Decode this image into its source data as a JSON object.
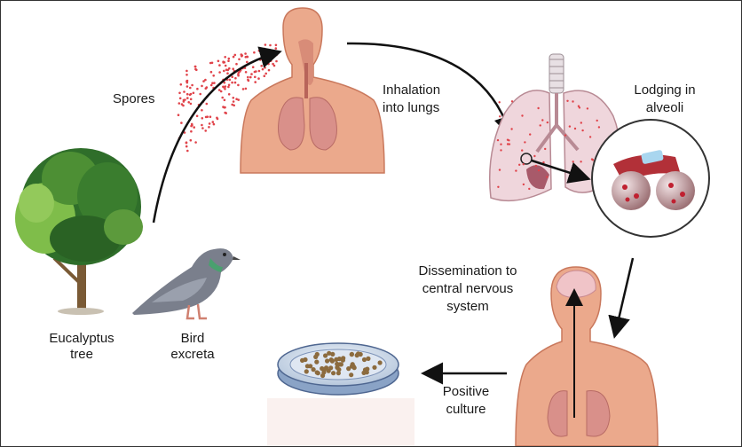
{
  "labels": {
    "spores": "Spores",
    "inhalation_line1": "Inhalation",
    "inhalation_line2": "into lungs",
    "lodging_line1": "Lodging in",
    "lodging_line2": "alveoli",
    "dissemination_line1": "Dissemination to",
    "dissemination_line2": "central nervous",
    "dissemination_line3": "system",
    "positive_line1": "Positive",
    "positive_line2": "culture",
    "eucalyptus_line1": "Eucalyptus",
    "eucalyptus_line2": "tree",
    "bird_line1": "Bird",
    "bird_line2": "excreta"
  },
  "colors": {
    "skin": "#eba98c",
    "skin_dark": "#c9785c",
    "lung": "#d9908a",
    "lung_pale": "#efd6dc",
    "spore": "#e0434a",
    "tree_dark": "#2f6e2a",
    "tree_light": "#7fbd4a",
    "trunk": "#7a5a35",
    "pigeon": "#7a7f8c",
    "arrow": "#111111"
  },
  "icons": [
    "tree-icon",
    "pigeon-icon",
    "human-torso-icon",
    "lungs-icon",
    "alveoli-icon",
    "petri-dish-icon",
    "brain-icon"
  ]
}
